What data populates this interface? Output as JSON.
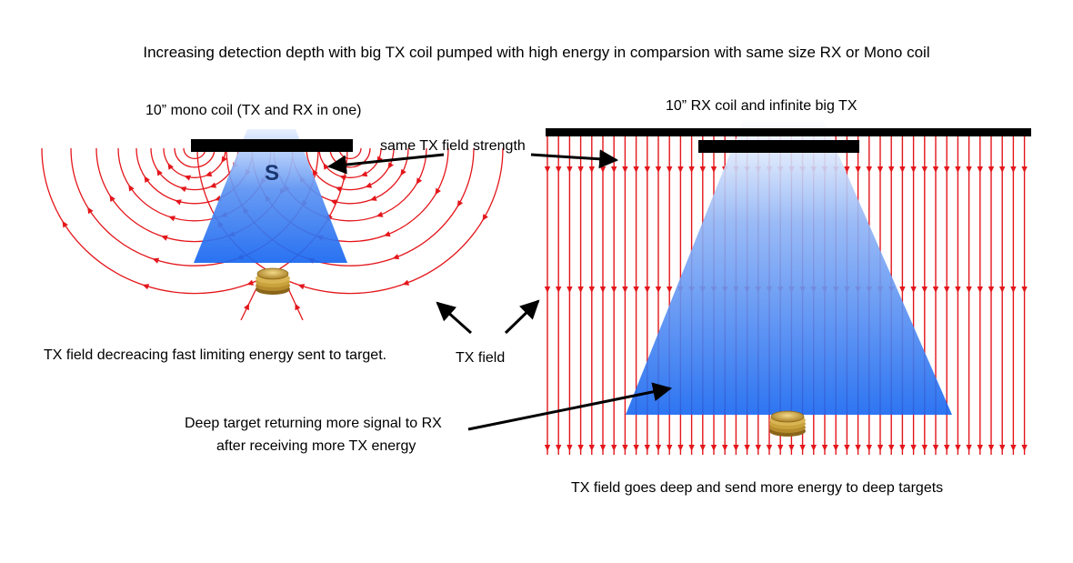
{
  "title": "Increasing detection depth with big TX coil pumped with high energy in comparsion with same size RX or Mono coil",
  "left_panel": {
    "title": "10” mono coil (TX and RX in one)",
    "coil_letter": "S",
    "caption": "TX field decreacing fast limiting energy sent to target."
  },
  "right_panel": {
    "title": "10” RX coil and infinite big TX",
    "caption": "TX field goes deep and send more energy to deep targets"
  },
  "annotations": {
    "same_field": "same TX field strength",
    "tx_field": "TX field",
    "deep_target_line1": "Deep target returning more signal to RX",
    "deep_target_line2": "after receiving more TX energy"
  },
  "colors": {
    "field_lines": "#e4161b",
    "detection_zone_top": "#ffffff",
    "detection_zone_bottom": "#1a6cf0",
    "coil": "#000000",
    "coin": "#c9a23c"
  },
  "icons": [
    "coin-stack-icon",
    "arrow-icon"
  ]
}
